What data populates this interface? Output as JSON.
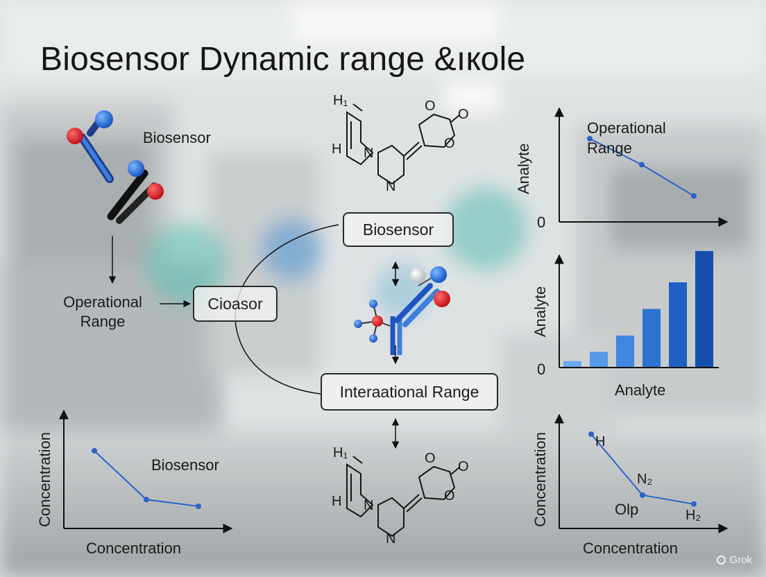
{
  "title": "Biosensor Dynamic range &ıкole",
  "labels": {
    "biosensor_top_left": "Biosensor",
    "operational_range_left": "Operational Range",
    "cioasor_box": "Cioasor",
    "biosensor_box": "Biosensor",
    "international_range_box": "Interaational Range",
    "bottom_left_plot_label": "Biosensor"
  },
  "molecule": {
    "atoms_top": [
      "H₁",
      "O",
      "O",
      "O",
      "H",
      "N",
      "N"
    ],
    "atoms_bottom": [
      "H₁",
      "O",
      "O",
      "O",
      "H",
      "N",
      "N"
    ]
  },
  "chart_data": [
    {
      "type": "line",
      "title": "",
      "ylabel": "Analyte",
      "xlabel": "",
      "annotation": "Operational Range",
      "y_tick_labels": [
        "0"
      ],
      "series": [
        {
          "values": [
            0.8,
            0.55,
            0.25
          ]
        }
      ],
      "color": "#2b63c8"
    },
    {
      "type": "bar",
      "ylabel": "Analyte",
      "xlabel": "Analyte",
      "y_tick_labels": [
        "0"
      ],
      "values": [
        0.05,
        0.13,
        0.27,
        0.5,
        0.73,
        1.0
      ],
      "colors": [
        "#6aa7ee",
        "#5499e8",
        "#3f87e0",
        "#2c73d3",
        "#1f60c2",
        "#144fae"
      ]
    },
    {
      "type": "line",
      "ylabel": "Concentration",
      "xlabel": "Concentration",
      "annotations": [
        "H",
        "N₂",
        "Olp",
        "H₂"
      ],
      "series": [
        {
          "values": [
            0.85,
            0.3,
            0.22
          ]
        }
      ],
      "color": "#2b63c8"
    },
    {
      "type": "line",
      "ylabel": "Concentration",
      "xlabel": "Concentration",
      "annotation": "Biosensor",
      "series": [
        {
          "values": [
            0.7,
            0.26,
            0.2
          ]
        }
      ],
      "color": "#2b63c8"
    }
  ],
  "watermark": "Grok",
  "colors": {
    "accent_blue": "#2b63c8",
    "atom_red": "#e0222a",
    "atom_blue": "#2f7ee6",
    "text_dark": "#161616"
  }
}
